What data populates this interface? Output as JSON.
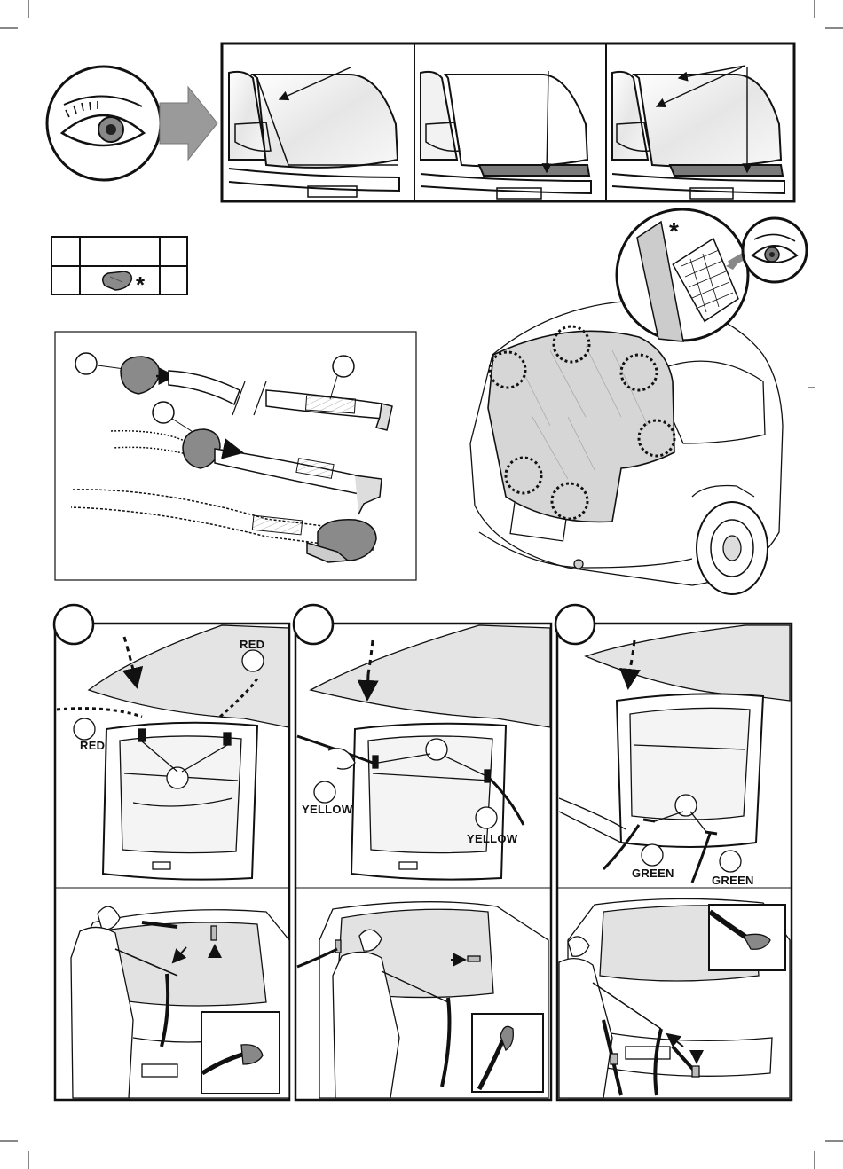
{
  "labels": {
    "red_top": "RED",
    "red_left": "RED",
    "yellow_left": "YELLOW",
    "yellow_right": "YELLOW",
    "green_left": "GREEN",
    "green_right": "GREEN"
  },
  "symbols": {
    "asterisk_parts_table": "*",
    "asterisk_detail": "*"
  },
  "icons": [
    "eye-icon",
    "arrow-right-icon",
    "asterisk-icon",
    "hook-clip-icon",
    "fastener-icon"
  ],
  "colors": {
    "line": "#111111",
    "shade": "#d6d6d6",
    "dark_shade": "#7a7a7a",
    "arrow_grey": "#9a9a9a"
  }
}
